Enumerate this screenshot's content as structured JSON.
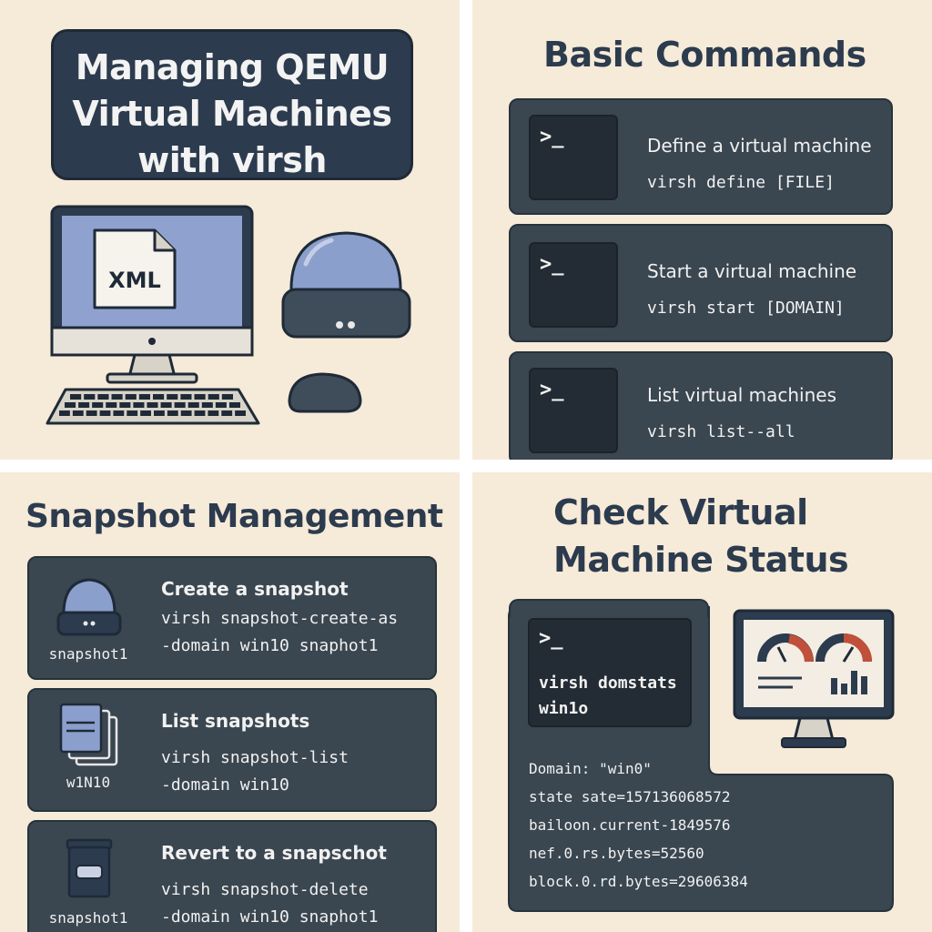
{
  "top_left": {
    "title_lines": [
      "Managing QEMU",
      "Virtual Machines",
      "with virsh"
    ],
    "file_icon_label": "XML"
  },
  "basic_commands": {
    "title": "Basic Commands",
    "prompt_glyph": ">_",
    "items": [
      {
        "desc": "Define a virtual machine",
        "code": "virsh define [FILE]"
      },
      {
        "desc": "Start a virtual machine",
        "code": "virsh start [DOMAIN]"
      },
      {
        "desc": "List virtual machines",
        "code": "virsh list--all"
      }
    ]
  },
  "snapshot_management": {
    "title": "Snapshot Management",
    "items": [
      {
        "icon": "disk-drive-icon",
        "label": "snapshot1",
        "title": "Create a snapshot",
        "code_lines": [
          "virsh snapshot-create-as",
          "-domain win10 snaphot1"
        ]
      },
      {
        "icon": "stacked-pages-icon",
        "label": "w1N10",
        "title": "List snapshots",
        "code_lines": [
          "virsh snapshot-list",
          "-domain win10"
        ]
      },
      {
        "icon": "trash-bin-icon",
        "label": "snapshot1",
        "title": "Revert to a snapschot",
        "code_lines": [
          "virsh snapshot-delete",
          "-domain win10 snaphot1"
        ]
      }
    ]
  },
  "status": {
    "title_lines": [
      "Check Virtual",
      "Machine Status"
    ],
    "prompt_glyph": ">_",
    "command_lines": [
      "virsh domstats",
      "win1o"
    ],
    "output_lines": [
      "Domain: \"win0\"",
      "state sate=157136068572",
      "bailoon.current-1849576",
      "nef.0.rs.bytes=52560",
      "block.0.rd.bytes=29606384"
    ]
  },
  "colors": {
    "background": "#f6ead8",
    "card": "#3a4650",
    "terminal": "#232c34",
    "title_box": "#2c3b4e",
    "accent_blue": "#8b9fcc",
    "gauge_red": "#c0503a"
  }
}
